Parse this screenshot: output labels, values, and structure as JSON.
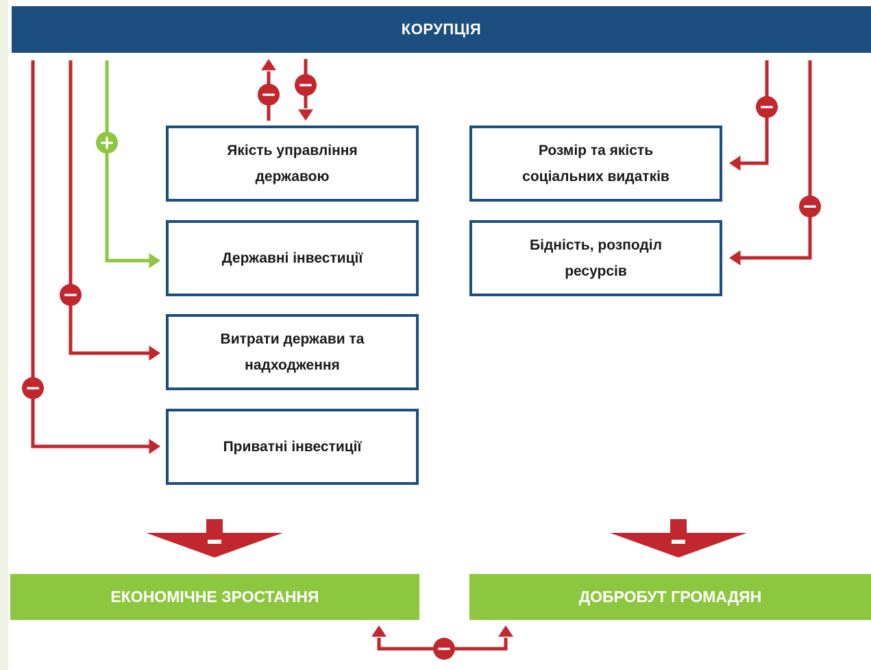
{
  "header": {
    "title": "КОРУПЦІЯ"
  },
  "boxes": {
    "governance_quality": "Якість управління\nдержавою",
    "public_investment": "Державні інвестиції",
    "gov_spending_revenue": "Витрати держави та\nнадходження",
    "private_investment": "Приватні інвестиції",
    "social_spending": "Розмір та якість\nсоціальних видатків",
    "poverty_distribution": "Бідність, розподіл\nресурсів"
  },
  "outcomes": {
    "economic_growth": "ЕКОНОМІЧНЕ ЗРОСТАННЯ",
    "citizen_welfare": "ДОБРОБУТ ГРОМАДЯН"
  },
  "markers": {
    "minus": "−",
    "plus": "+"
  },
  "colors": {
    "header_blue": "#1c4e80",
    "box_border": "#1c4e80",
    "negative_red": "#c1272d",
    "positive_green": "#8dc63f",
    "outcome_green": "#8dc63f"
  }
}
